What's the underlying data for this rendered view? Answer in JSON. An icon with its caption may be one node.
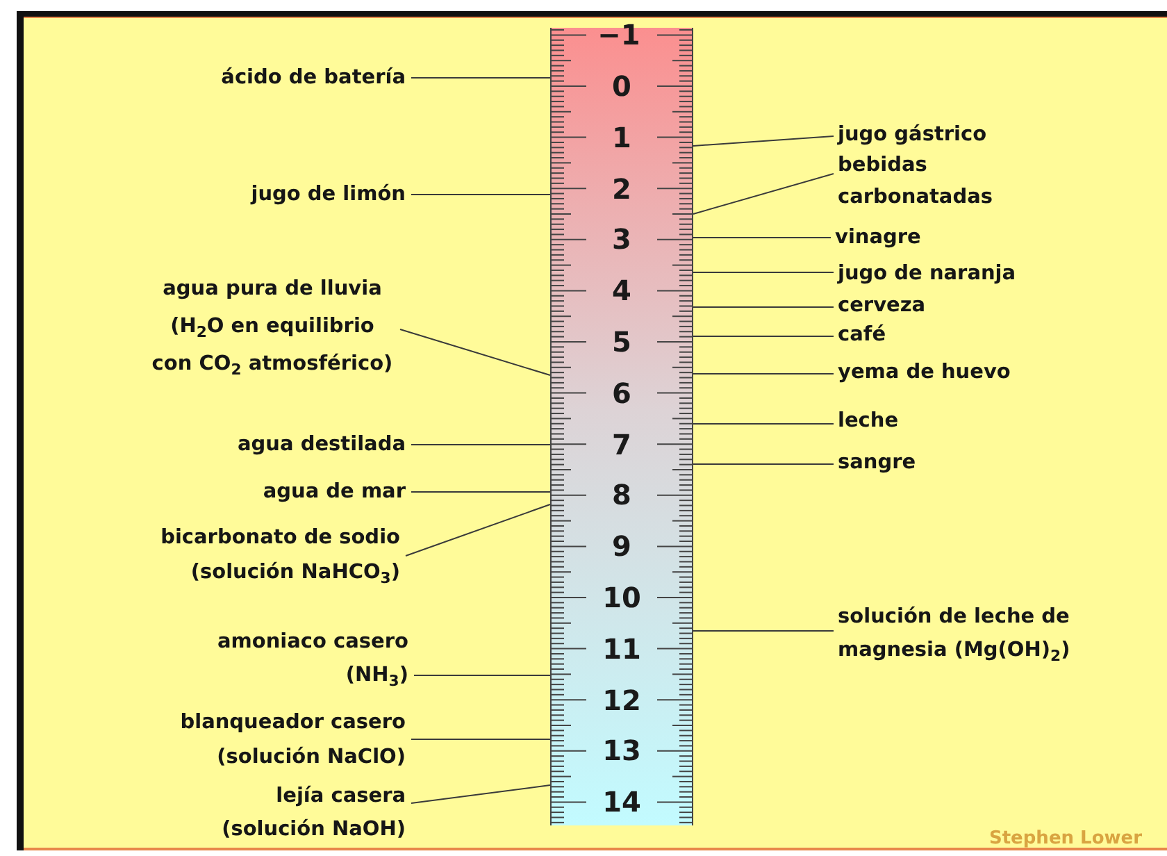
{
  "diagram": {
    "nodes": [
      {
        "text": [],
        "shape": "bar"
      },
      {
        "text": [
          "ácido de batería"
        ]
      },
      {
        "text": [
          "jugo de limón"
        ]
      },
      {
        "text": [
          "agua pura de lluvia (H$_{2}$O en equilibrio con CO$_{2}$ atmosférico)"
        ]
      },
      {
        "text": [
          "agua destilada"
        ]
      },
      {
        "text": [
          "agua de mar"
        ]
      },
      {
        "text": [
          "bicarbonato de sodio (solución NaHCO$_{3}$)"
        ]
      },
      {
        "text": [
          "amoniaco casero (NH$_{3}$)"
        ]
      },
      {
        "text": [
          "blanqueador casero (solución NaClO)"
        ]
      },
      {
        "text": [
          "lejía casera (solución NaOH)"
        ]
      },
      {
        "text": [
          "jugo gástrico"
        ]
      },
      {
        "text": [
          "bebidas carbonatadas"
        ]
      },
      {
        "text": [
          "vinagre"
        ]
      },
      {
        "text": [
          "jugo de naranja"
        ]
      },
      {
        "text": [
          "cerveza"
        ]
      },
      {
        "text": [
          "café"
        ]
      },
      {
        "text": [
          "yema de huevo"
        ]
      },
      {
        "text": [
          "leche"
        ]
      },
      {
        "text": [
          "sangre"
        ]
      },
      {
        "text": [
          "solución de leche de magnesia (Mg(OH)$_{2}$)"
        ]
      }
    ],
    "edges": [
      {
        "from": 1,
        "to": 0,
        "arrow": "none"
      },
      {
        "from": 2,
        "to": 0,
        "arrow": "none"
      },
      {
        "from": 3,
        "to": 0,
        "arrow": "none"
      },
      {
        "from": 4,
        "to": 0,
        "arrow": "none"
      },
      {
        "from": 5,
        "to": 0,
        "arrow": "none"
      },
      {
        "from": 6,
        "to": 0,
        "arrow": "none"
      },
      {
        "from": 7,
        "to": 0,
        "arrow": "none"
      },
      {
        "from": 8,
        "to": 0,
        "arrow": "none"
      },
      {
        "from": 9,
        "to": 0,
        "arrow": "none"
      },
      {
        "from": 10,
        "to": 0,
        "arrow": "none"
      },
      {
        "from": 11,
        "to": 0,
        "arrow": "none"
      },
      {
        "from": 12,
        "to": 0,
        "arrow": "none"
      },
      {
        "from": 13,
        "to": 0,
        "arrow": "none"
      },
      {
        "from": 14,
        "to": 0,
        "arrow": "none"
      },
      {
        "from": 15,
        "to": 0,
        "arrow": "none"
      },
      {
        "from": 16,
        "to": 0,
        "arrow": "none"
      },
      {
        "from": 17,
        "to": 0,
        "arrow": "none"
      },
      {
        "from": 18,
        "to": 0,
        "arrow": "none"
      },
      {
        "from": 19,
        "to": 0,
        "arrow": "none"
      }
    ],
    "labels": [
      "−1",
      "0",
      "1",
      "2",
      "3",
      "4",
      "5",
      "6",
      "7",
      "8",
      "9",
      "10",
      "11",
      "12",
      "13",
      "14",
      "Stephen Lower"
    ]
  }
}
